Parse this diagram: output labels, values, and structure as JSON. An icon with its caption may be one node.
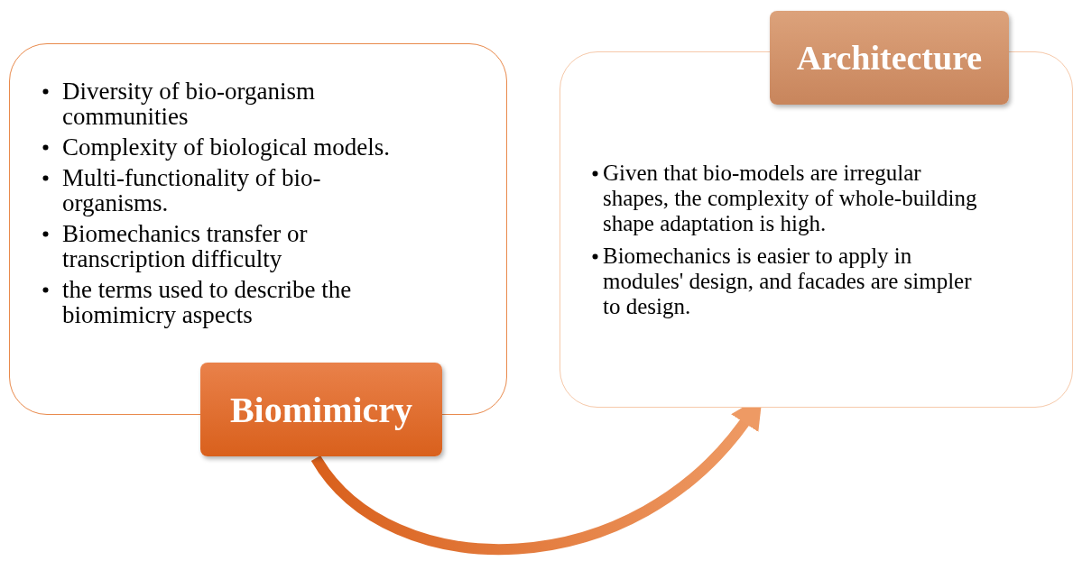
{
  "diagram": {
    "nodes": [
      {
        "text": [
          "Diversity of bio-organism communities",
          "Complexity of biological models.",
          "Multi-functionality of bio-organisms.",
          "Biomechanics transfer or transcription difficulty",
          "the terms used to describe the biomimicry aspects"
        ]
      },
      {
        "text": [
          "Biomimicry"
        ]
      },
      {
        "text": [
          "Given that bio-models are irregular shapes, the complexity of whole-building shape adaptation is high.",
          "Biomechanics is easier to apply in modules' design, and facades are simpler to design."
        ]
      },
      {
        "text": [
          "Architecture"
        ]
      }
    ],
    "edges": [
      {
        "from": 1,
        "to": 2,
        "arrow": "to",
        "style": "thick"
      }
    ]
  }
}
